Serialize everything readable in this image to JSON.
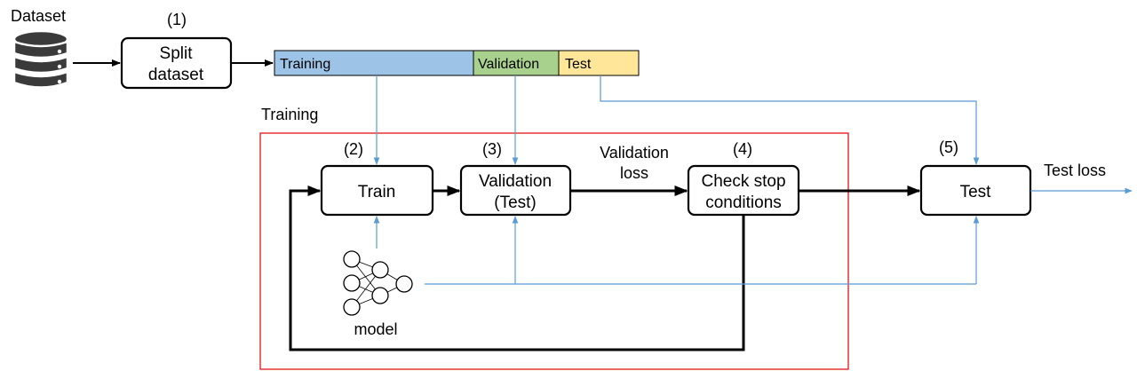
{
  "labels": {
    "dataset": "Dataset",
    "step1": "(1)",
    "step2": "(2)",
    "step3": "(3)",
    "step4": "(4)",
    "step5": "(5)",
    "training_region": "Training",
    "validation_loss_1": "Validation",
    "validation_loss_2": "loss",
    "test_loss": "Test loss",
    "model": "model"
  },
  "boxes": {
    "split_1": "Split",
    "split_2": "dataset",
    "train": "Train",
    "validation_1": "Validation",
    "validation_2": "(Test)",
    "check_1": "Check stop",
    "check_2": "conditions",
    "test": "Test"
  },
  "split_bar": {
    "training": "Training",
    "validation": "Validation",
    "test": "Test"
  },
  "colors": {
    "training_segment": "#9dc3e6",
    "validation_segment": "#a9d18e",
    "test_segment": "#ffe699",
    "training_region_border": "#e00000",
    "flow_arrow_blue": "#5b9bd5",
    "database_icon": "#3a3a3a"
  }
}
